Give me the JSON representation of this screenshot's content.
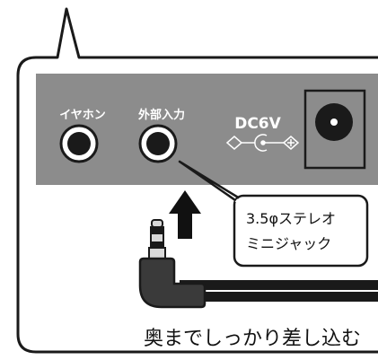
{
  "panel": {
    "jack_left_label": "イヤホン",
    "jack_right_label": "外部入力",
    "dc_label": "DC6V"
  },
  "callout": {
    "line1": "3.5φステレオ",
    "line2": "ミニジャック"
  },
  "caption": "奥までしっかり差し込む",
  "colors": {
    "panel": "#8c8c8c",
    "outline": "#1a1a1a",
    "arrow": "#111111",
    "plug_body": "#3a3a3a",
    "plug_metal": "#d9d9d9"
  }
}
